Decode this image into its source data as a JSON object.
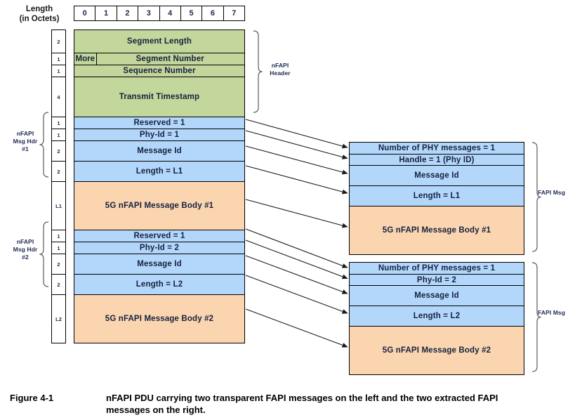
{
  "figure": {
    "number": "Figure 4-1",
    "caption": "nFAPI PDU carrying two transparent FAPI messages on the left and the two extracted FAPI messages on the right."
  },
  "colors": {
    "header_green": "#c3d69b",
    "msg_hdr_blue": "#b3d7fb",
    "msg_body_orange": "#fad5b0",
    "outline": "#000000",
    "label_navy": "#1f2a55"
  },
  "length_column": {
    "title_line1": "Length",
    "title_line2": "(in Octets)",
    "values": [
      "2",
      "1",
      "1",
      "4",
      "1",
      "1",
      "2",
      "2",
      "L1",
      "1",
      "1",
      "2",
      "2",
      "L2"
    ]
  },
  "bit_ruler": {
    "bits": [
      "0",
      "1",
      "2",
      "3",
      "4",
      "5",
      "6",
      "7"
    ]
  },
  "nfapi_pdu": {
    "rows": [
      {
        "label": "Segment Length",
        "color": "green",
        "octets": "2",
        "height": 32
      },
      {
        "label": "Segment Number",
        "color": "green",
        "octets": "1",
        "height": 16,
        "split_label": "More"
      },
      {
        "label": "Sequence Number",
        "color": "green",
        "octets": "1",
        "height": 16
      },
      {
        "label": "Transmit Timestamp",
        "color": "green",
        "octets": "4",
        "height": 56
      },
      {
        "label": "Reserved = 1",
        "color": "blue",
        "octets": "1",
        "height": 16
      },
      {
        "label": "Phy-Id = 1",
        "color": "blue",
        "octets": "1",
        "height": 16
      },
      {
        "label": "Message Id",
        "color": "blue",
        "octets": "2",
        "height": 28
      },
      {
        "label": "Length = L1",
        "color": "blue",
        "octets": "2",
        "height": 28
      },
      {
        "label": "5G nFAPI Message Body #1",
        "color": "orange",
        "octets": "L1",
        "height": 68
      },
      {
        "label": "Reserved = 1",
        "color": "blue",
        "octets": "1",
        "height": 16
      },
      {
        "label": "Phy-Id = 2",
        "color": "blue",
        "octets": "1",
        "height": 16
      },
      {
        "label": "Message Id",
        "color": "blue",
        "octets": "2",
        "height": 28
      },
      {
        "label": "Length = L2",
        "color": "blue",
        "octets": "2",
        "height": 28
      },
      {
        "label": "5G nFAPI Message Body #2",
        "color": "orange",
        "octets": "L2",
        "height": 68
      }
    ],
    "brackets": [
      {
        "name": "nfapi-header",
        "line1": "nFAPI",
        "line2": "Header",
        "line3": ""
      },
      {
        "name": "nfapi-msg-hdr-1",
        "line1": "nFAPI",
        "line2": "Msg Hdr",
        "line3": "#1"
      },
      {
        "name": "nfapi-msg-hdr-2",
        "line1": "nFAPI",
        "line2": "Msg Hdr",
        "line3": "#2"
      }
    ]
  },
  "fapi_messages": [
    {
      "name": "fapi-msg-1",
      "bracket_label": "FAPI Msg",
      "rows": [
        {
          "label": "Number of PHY messages = 1",
          "color": "blue",
          "height": 16
        },
        {
          "label": "Handle = 1 (Phy ID)",
          "color": "blue",
          "height": 15
        },
        {
          "label": "Message Id",
          "color": "blue",
          "height": 28
        },
        {
          "label": "Length = L1",
          "color": "blue",
          "height": 28
        },
        {
          "label": "5G nFAPI Message Body #1",
          "color": "orange",
          "height": 68
        }
      ]
    },
    {
      "name": "fapi-msg-2",
      "bracket_label": "FAPI Msg",
      "rows": [
        {
          "label": "Number of PHY messages = 1",
          "color": "blue",
          "height": 16
        },
        {
          "label": "Phy-Id = 2",
          "color": "blue",
          "height": 15
        },
        {
          "label": "Message Id",
          "color": "blue",
          "height": 28
        },
        {
          "label": "Length = L2",
          "color": "blue",
          "height": 28
        },
        {
          "label": "5G nFAPI Message Body #2",
          "color": "orange",
          "height": 68
        }
      ]
    }
  ]
}
